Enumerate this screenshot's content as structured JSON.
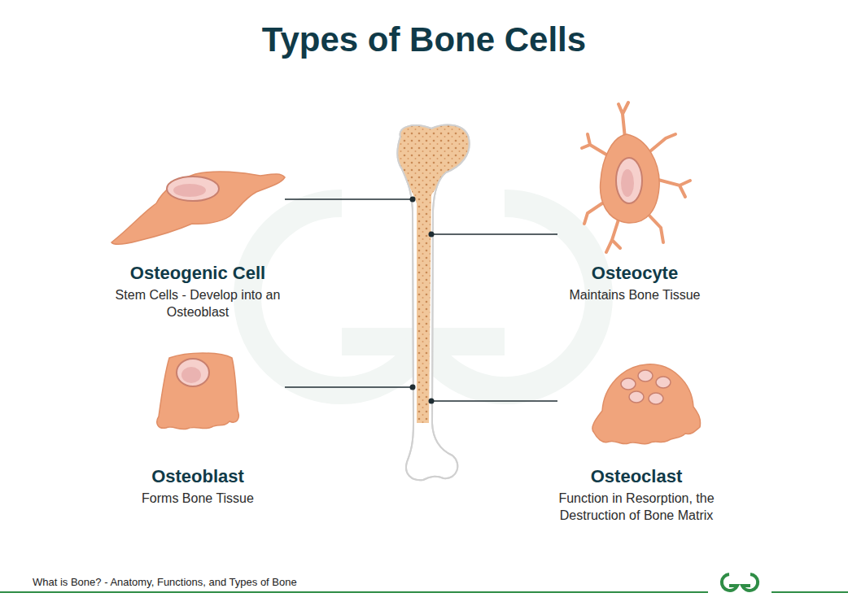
{
  "diagram": {
    "title": "Types of Bone Cells",
    "labels": [
      "Osteogenic Cell",
      "Stem Cells - Develop into an Osteoblast",
      "Osteocyte",
      "Maintains Bone Tissue",
      "Osteoblast",
      "Forms Bone Tissue",
      "Osteoclast",
      "Function in Resorption, the Destruction of Bone Matrix"
    ],
    "caption": "What is Bone? - Anatomy, Functions, and Types of Bone"
  }
}
